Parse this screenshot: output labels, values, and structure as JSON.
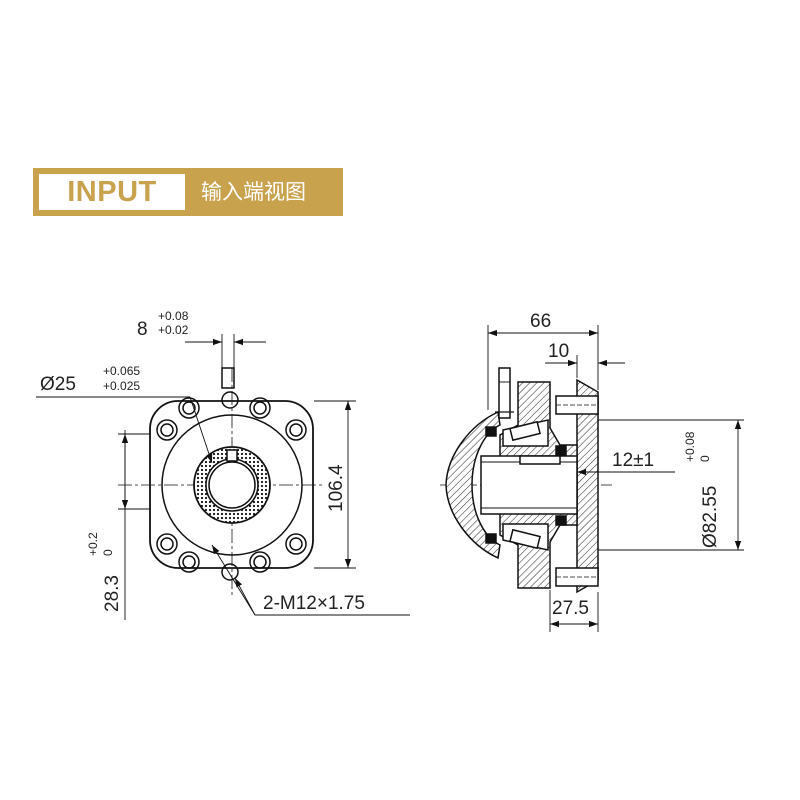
{
  "banner": {
    "tag": "INPUT",
    "caption": "输入端视图",
    "color": "#c9a24e"
  },
  "front_view": {
    "slot": {
      "nominal": "8",
      "tol_upper": "+0.08",
      "tol_lower": "+0.02"
    },
    "bore": {
      "nominal": "Ø25",
      "tol_upper": "+0.065",
      "tol_lower": "+0.025"
    },
    "height": "106.4",
    "offset": {
      "nominal": "28.3",
      "tol_upper": "+0.2",
      "tol_lower": "0"
    },
    "thread": "2-M12×1.75"
  },
  "side_view": {
    "length": "66",
    "flange": "10",
    "depth": "12±1",
    "pilot": {
      "nominal": "Ø82.55",
      "tol_upper": "+0.08",
      "tol_lower": "0"
    },
    "width": "27.5"
  }
}
